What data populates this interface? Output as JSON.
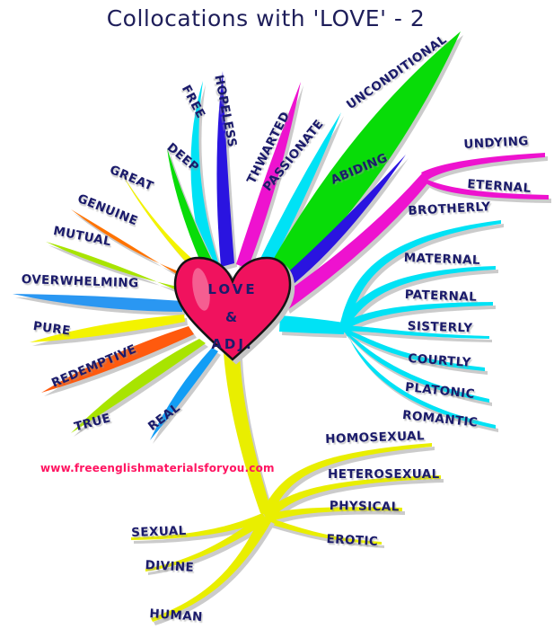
{
  "title": "Collocations with 'LOVE' - 2",
  "watermark": "www.freeenglishmaterialsforyou.com",
  "heart": {
    "line1": "LOVE",
    "line2": "&",
    "line3": "ADJ."
  },
  "colors": {
    "cyan": "#00e2f5",
    "blue": "#2a14e0",
    "magenta": "#ee12cf",
    "green": "#08dc08",
    "yellow": "#f3f300",
    "bottom_yellow": "#e9ee00",
    "orange": "#ff7300",
    "orange_red": "#ff5a0e",
    "lime": "#a8e400",
    "dodger_blue": "#2a97f2",
    "sky_blue": "#129df5",
    "heart_pink": "#f0125e",
    "text_navy": "#1b1b6b",
    "title_navy": "#1e1e5a",
    "watermark_pink": "#ff1461",
    "shadow_gray": "#cbcbcb"
  },
  "labels": [
    {
      "text": "FREE",
      "color": "cyan"
    },
    {
      "text": "HOPELESS",
      "color": "blue"
    },
    {
      "text": "THWARTED",
      "color": "magenta"
    },
    {
      "text": "PASSIONATE",
      "color": "cyan"
    },
    {
      "text": "UNCONDITIONAL",
      "color": "green"
    },
    {
      "text": "ABIDING",
      "color": "blue"
    },
    {
      "text": "DEEP",
      "color": "green"
    },
    {
      "text": "GREAT",
      "color": "yellow"
    },
    {
      "text": "GENUINE",
      "color": "orange"
    },
    {
      "text": "MUTUAL",
      "color": "lime"
    },
    {
      "text": "OVERWHELMING",
      "color": "dodger_blue"
    },
    {
      "text": "PURE",
      "color": "yellow"
    },
    {
      "text": "REDEMPTIVE",
      "color": "orange_red"
    },
    {
      "text": "TRUE",
      "color": "lime"
    },
    {
      "text": "REAL",
      "color": "sky_blue"
    },
    {
      "text": "UNDYING",
      "color": "magenta"
    },
    {
      "text": "ETERNAL",
      "color": "magenta"
    },
    {
      "text": "BROTHERLY",
      "color": "cyan"
    },
    {
      "text": "MATERNAL",
      "color": "cyan"
    },
    {
      "text": "PATERNAL",
      "color": "cyan"
    },
    {
      "text": "SISTERLY",
      "color": "cyan"
    },
    {
      "text": "COURTLY",
      "color": "cyan"
    },
    {
      "text": "PLATONIC",
      "color": "cyan"
    },
    {
      "text": "ROMANTIC",
      "color": "cyan"
    },
    {
      "text": "HOMOSEXUAL",
      "color": "bottom_yellow"
    },
    {
      "text": "HETEROSEXUAL",
      "color": "bottom_yellow"
    },
    {
      "text": "PHYSICAL",
      "color": "bottom_yellow"
    },
    {
      "text": "EROTIC",
      "color": "bottom_yellow"
    },
    {
      "text": "SEXUAL",
      "color": "bottom_yellow"
    },
    {
      "text": "DIVINE",
      "color": "bottom_yellow"
    },
    {
      "text": "HUMAN",
      "color": "bottom_yellow"
    }
  ]
}
